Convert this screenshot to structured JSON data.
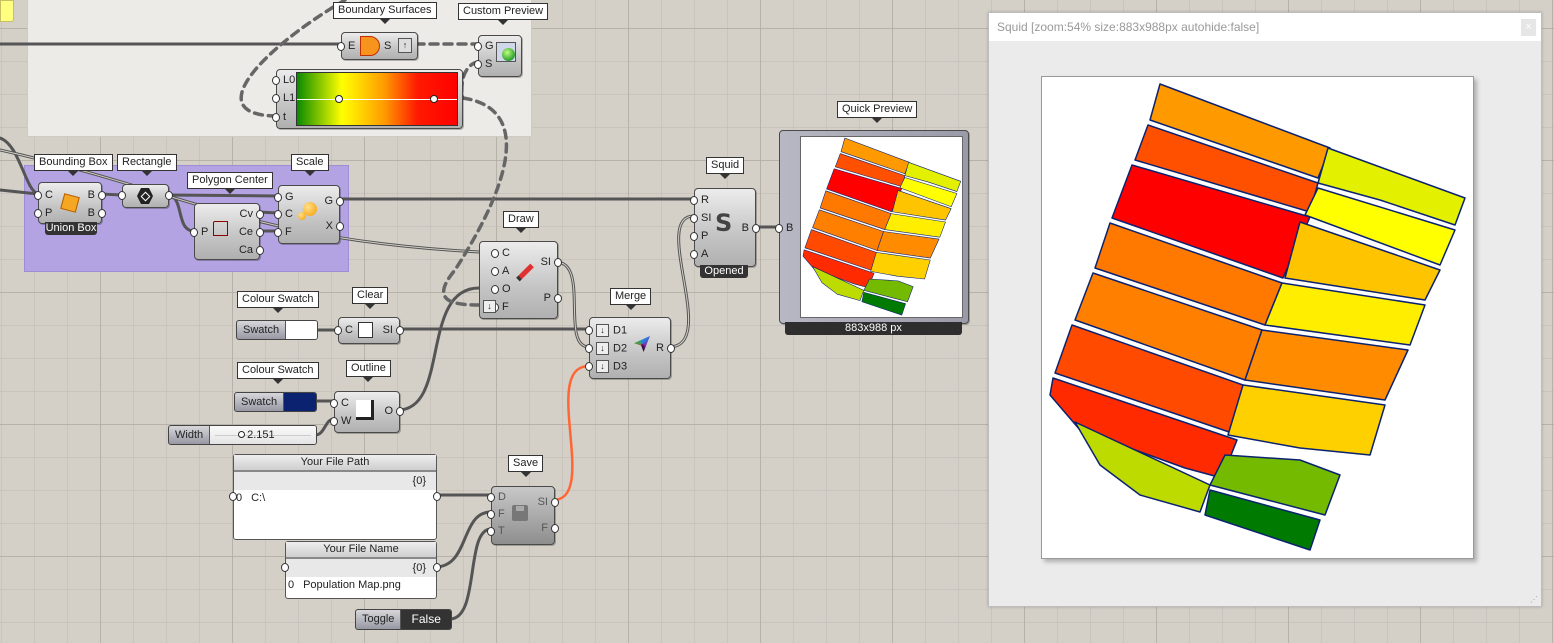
{
  "canvas": {
    "boundary_surfaces": {
      "label": "Boundary Surfaces",
      "in": [
        "E"
      ],
      "out": [
        "S"
      ]
    },
    "custom_preview": {
      "label": "Custom Preview",
      "in": [
        "G",
        "S"
      ]
    },
    "gradient": {
      "in": [
        "L0",
        "L1",
        "t"
      ]
    },
    "bounding_box": {
      "label": "Bounding Box",
      "in": [
        "C",
        "P"
      ],
      "out": [
        "B",
        "B"
      ],
      "badge": "Union Box"
    },
    "rectangle": {
      "label": "Rectangle"
    },
    "polygon_center": {
      "label": "Polygon Center",
      "in": [
        "P"
      ],
      "out": [
        "Cv",
        "Ce",
        "Ca"
      ]
    },
    "scale": {
      "label": "Scale",
      "in": [
        "G",
        "C",
        "F"
      ],
      "out": [
        "G",
        "X"
      ]
    },
    "draw": {
      "label": "Draw",
      "in": [
        "C",
        "A",
        "O",
        "F"
      ],
      "out": [
        "SI",
        "P"
      ]
    },
    "squid": {
      "label": "Squid",
      "in": [
        "R",
        "SI",
        "P",
        "A"
      ],
      "out": [
        "B"
      ],
      "badge": "Opened"
    },
    "quick_preview": {
      "label": "Quick Preview",
      "in": [
        "B"
      ],
      "footer": "883x988 px"
    },
    "colour_swatch_1": {
      "label": "Colour Swatch",
      "button": "Swatch",
      "color": "#FFFFFF"
    },
    "clear": {
      "label": "Clear",
      "in": [
        "C"
      ],
      "out": [
        "SI"
      ]
    },
    "merge": {
      "label": "Merge",
      "in": [
        "D1",
        "D2",
        "D3"
      ],
      "out": [
        "R"
      ]
    },
    "colour_swatch_2": {
      "label": "Colour Swatch",
      "button": "Swatch",
      "color": "#0A2270"
    },
    "outline": {
      "label": "Outline",
      "in": [
        "C",
        "W"
      ],
      "out": [
        "O"
      ]
    },
    "width_slider": {
      "label": "Width",
      "value": "2.151"
    },
    "file_path": {
      "title": "Your File Path",
      "path": "{0}",
      "index": "0",
      "value": "C:\\"
    },
    "file_name": {
      "title": "Your File Name",
      "path": "{0}",
      "index": "0",
      "value": "Population Map.png"
    },
    "save": {
      "label": "Save",
      "in": [
        "D",
        "F",
        "T"
      ],
      "out": [
        "SI",
        "F"
      ]
    },
    "toggle": {
      "label": "Toggle",
      "value": "False"
    }
  },
  "squid_window": {
    "title": "Squid [zoom:54% size:883x988px autohide:false]",
    "close": "×"
  },
  "map": {
    "colors": [
      "#FF9900",
      "#FF5000",
      "#FF0000",
      "#FF7800",
      "#FF7F00",
      "#FF4A00",
      "#FF2A00",
      "#BEDB00",
      "#E3F000",
      "#FFFF00",
      "#FFC400",
      "#FFEE00",
      "#FF8C00",
      "#FFD000",
      "#74BA00",
      "#007A00"
    ],
    "outline_color": "#0A2270"
  }
}
